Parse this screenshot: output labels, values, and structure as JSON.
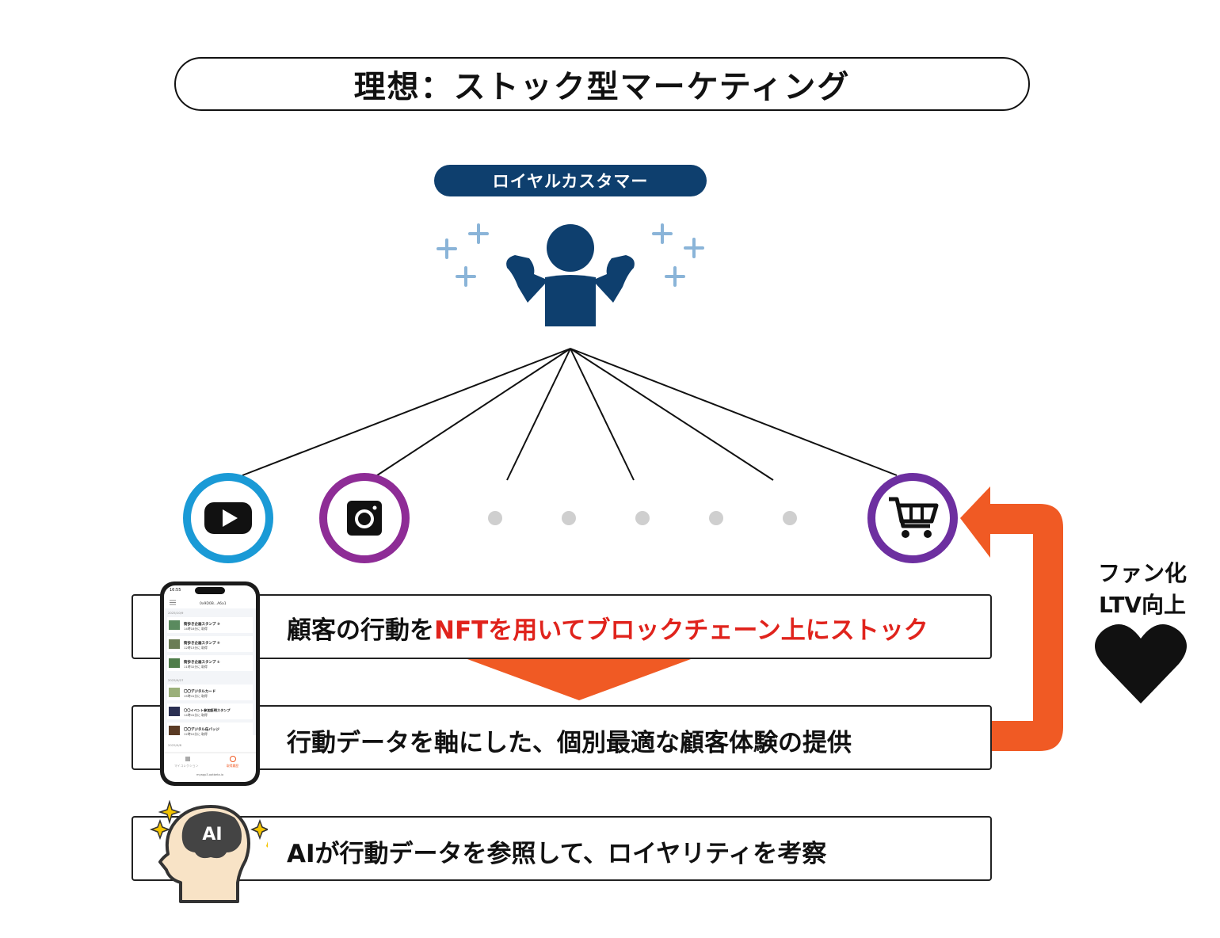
{
  "title": "理想：ストック型マーケティング",
  "customer_label": "ロイヤルカスタマー",
  "rows": {
    "nft": {
      "prefix": "顧客の行動を",
      "highlight": "NFTを用いてブロックチェーン上にストック"
    },
    "experience": "行動データを軸にした、個別最適な顧客体験の提供",
    "ai": "AIが行動データを参照して、ロイヤリティを考察"
  },
  "side": {
    "line1": "ファン化",
    "line2": "LTV向上"
  },
  "ai_head_label": "AI",
  "icons": [
    "person-icon",
    "sparkle-icon",
    "youtube-icon",
    "instagram-icon",
    "cart-icon",
    "heart-icon",
    "smartphone-icon",
    "ai-head-icon"
  ],
  "colors": {
    "navy": "#0e3f6e",
    "sparkle": "#8ab4d8",
    "youtube_ring": "#1a9ad6",
    "instagram_ring": "#8e2c96",
    "cart_ring": "#6d2fa0",
    "arrow_orange": "#f05a24",
    "highlight_red": "#e0231c",
    "dot_gray": "#cfcfcf"
  },
  "phone": {
    "time": "16:55",
    "header": "0x9D0B...A6a1",
    "date1": "2025/10/9",
    "items1": [
      {
        "title": "街歩き企画スタンプ ③",
        "sub": "14時18分に 取得"
      },
      {
        "title": "街歩き企画スタンプ ②",
        "sub": "12時13分に 取得"
      },
      {
        "title": "街歩き企画スタンプ ①",
        "sub": "11時32分に 取得"
      }
    ],
    "date2": "2025/9/27",
    "items2": [
      {
        "title": "〇〇デジタルカード",
        "sub": "15時41分に 取得"
      },
      {
        "title": "〇〇イベント参加証明スタンプ",
        "sub": "14時41分に 取得"
      },
      {
        "title": "〇〇デジタル缶バッジ",
        "sub": "12時10分に 取得"
      }
    ],
    "date3": "2025/9/8",
    "tab_left": "マイコレクション",
    "tab_right": "取得履歴",
    "url": "myapp3.ootbeta.io"
  }
}
